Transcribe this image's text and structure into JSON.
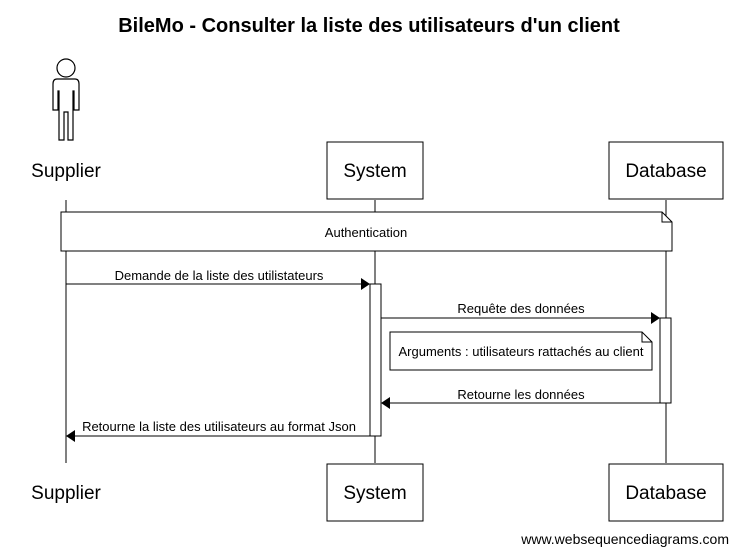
{
  "title": "BileMo - Consulter la liste des utilisateurs d'un client",
  "participants": {
    "supplier": "Supplier",
    "system": "System",
    "database": "Database"
  },
  "notes": {
    "authentication": "Authentication",
    "arguments": "Arguments : utilisateurs rattachés au client"
  },
  "messages": {
    "request_list": "Demande de la liste des utilistateurs",
    "request_data": "Requête des données",
    "return_data": "Retourne les données",
    "return_list": "Retourne la liste des utilisateurs au format Json"
  },
  "footer": "www.websequencediagrams.com"
}
